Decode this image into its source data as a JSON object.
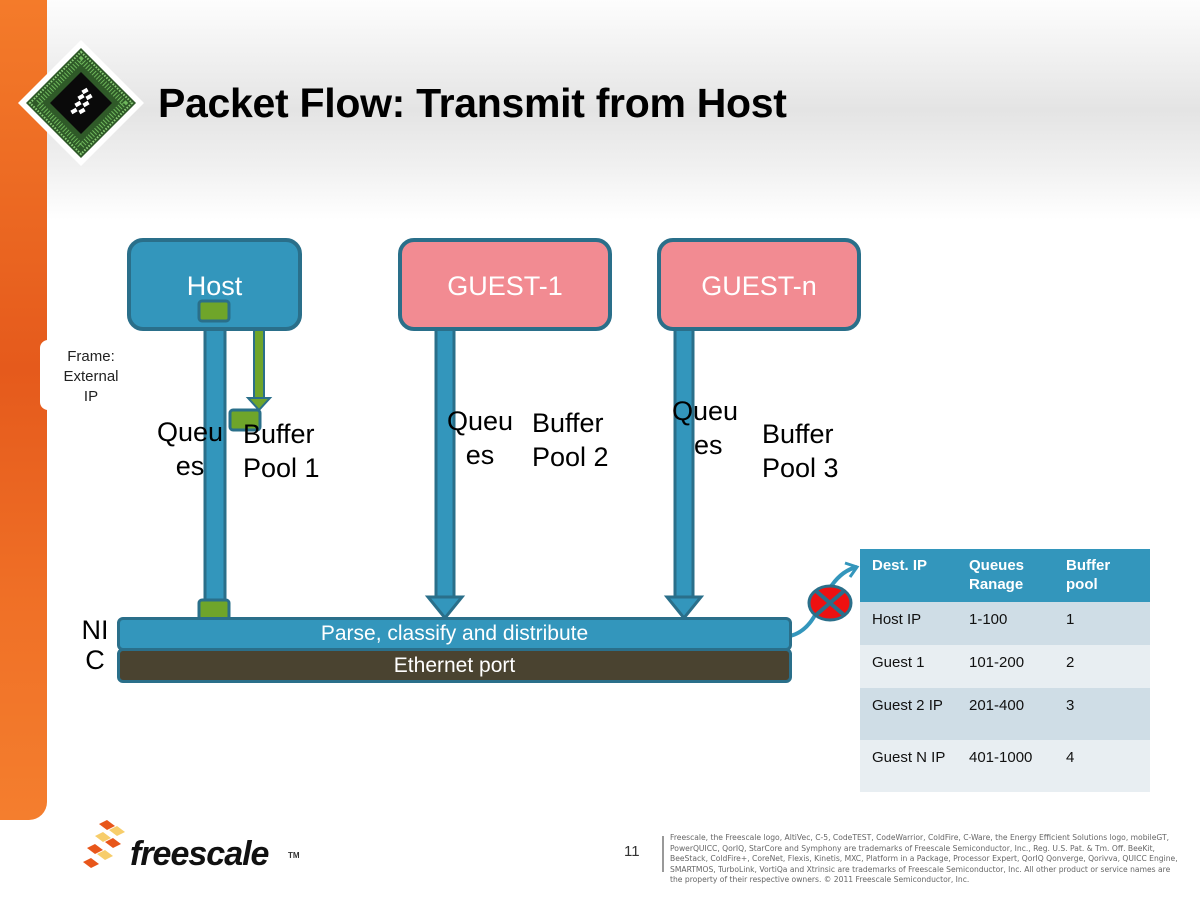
{
  "slide": {
    "title": "Packet Flow: Transmit from Host",
    "page_number": "11"
  },
  "diagram": {
    "boxes": [
      {
        "id": "host",
        "label": "Host",
        "color": "#3396bc"
      },
      {
        "id": "guest1",
        "label": "GUEST-1",
        "color": "#f28b92"
      },
      {
        "id": "guestn",
        "label": "GUEST-n",
        "color": "#f28b92"
      }
    ],
    "frame_label": [
      "Frame:",
      "External",
      "IP"
    ],
    "queue_labels": [
      {
        "line1": "Queu",
        "line2": "es"
      },
      {
        "line1": "Queu",
        "line2": "es"
      },
      {
        "line1": "Queu",
        "line2": "es"
      }
    ],
    "buffer_pool_labels": [
      {
        "line1": "Buffer",
        "line2": "Pool 1"
      },
      {
        "line1": "Buffer",
        "line2": "Pool 2"
      },
      {
        "line1": "Buffer",
        "line2": "Pool 3"
      }
    ],
    "nic_label": {
      "line1": "NI",
      "line2": "C"
    },
    "parse_bar_label": "Parse, classify and distribute",
    "ethernet_bar_label": "Ethernet port",
    "blocked_icon": "blocked-x-icon",
    "colors": {
      "pipe": "#3396bc",
      "pipe_border": "#2a6f8a",
      "frame_marker": "#6fa52a",
      "ethernet": "#4a4330",
      "blocked": "#ee1111"
    }
  },
  "table": {
    "headers": [
      {
        "line1": "Dest. IP",
        "line2": ""
      },
      {
        "line1": "Queues",
        "line2": "Ranage"
      },
      {
        "line1": "Buffer",
        "line2": "pool"
      }
    ],
    "rows": [
      {
        "dest": "Host IP",
        "queues": "1-100",
        "pool": "1"
      },
      {
        "dest": "Guest 1",
        "queues": "101-200",
        "pool": "2"
      },
      {
        "dest": "Guest 2 IP",
        "queues": "201-400",
        "pool": "3"
      },
      {
        "dest": "Guest N IP",
        "queues": "401-1000",
        "pool": "4"
      }
    ]
  },
  "footer": {
    "brand": "freescale",
    "trademark": "TM",
    "legal": "Freescale, the Freescale logo, AltiVec, C-5, CodeTEST, CodeWarrior, ColdFire, C-Ware, the Energy Efficient Solutions logo, mobileGT, PowerQUICC, QorIQ, StarCore and Symphony are trademarks of Freescale Semiconductor, Inc., Reg. U.S. Pat. & Tm. Off. BeeKit, BeeStack, ColdFire+, CoreNet, Flexis, Kinetis, MXC, Platform in a Package, Processor Expert, QorIQ Qonverge, Qorivva, QUICC Engine, SMARTMOS, TurboLink, VortiQa and Xtrinsic are trademarks of Freescale Semiconductor, Inc. All other product or service names are the property of their respective owners. © 2011 Freescale Semiconductor, Inc."
  }
}
